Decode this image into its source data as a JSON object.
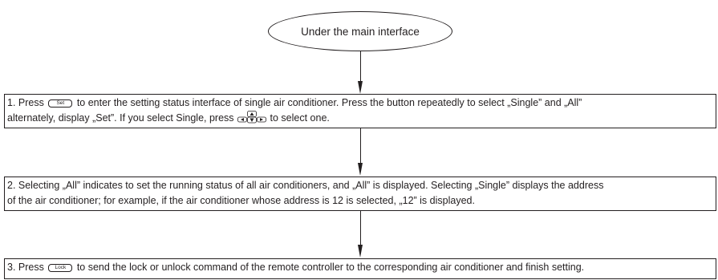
{
  "start": {
    "label": "Under the main interface"
  },
  "steps": [
    {
      "line1_before": "1. Press",
      "key": "Set",
      "line1_after": "to enter the setting status interface of single air conditioner. Press the button repeatedly to select „Single” and „All”",
      "line2_before": "alternately, display „Set”. If you select Single, press",
      "line2_after": "to select one."
    },
    {
      "line1": "2. Selecting „All” indicates to set the running status of all air conditioners, and „All” is displayed. Selecting „Single” displays the address",
      "line2": "of the air conditioner; for example, if the air conditioner whose address is 12 is selected, „12” is displayed."
    },
    {
      "line1_before": "3. Press",
      "key": "Lock",
      "line1_after": "to send the lock or unlock command of the remote controller to the corresponding air conditioner and finish setting."
    }
  ]
}
